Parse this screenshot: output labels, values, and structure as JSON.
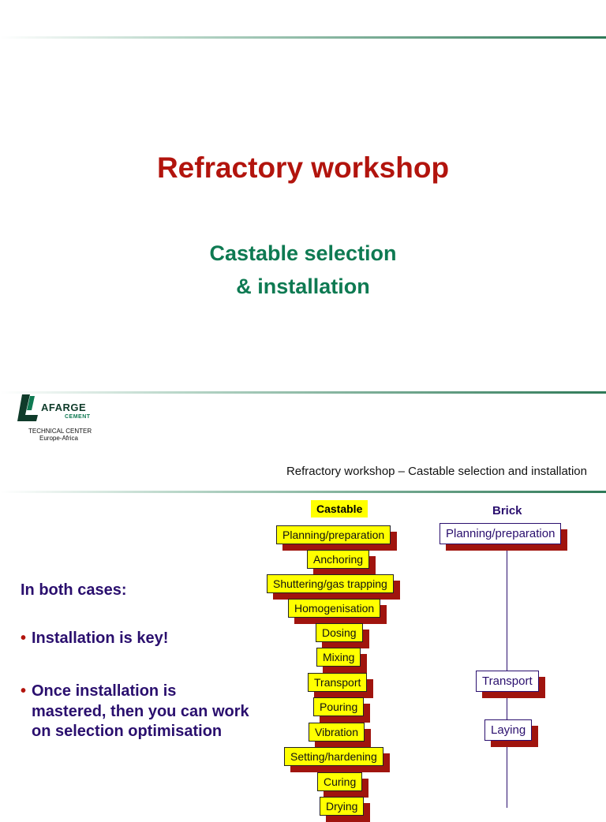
{
  "slide1": {
    "title": "Refractory workshop",
    "subtitle_line1": "Castable selection",
    "subtitle_line2": "& installation"
  },
  "logo": {
    "brand": "AFARGE",
    "sub": "CEMENT",
    "line1": "TECHNICAL CENTER",
    "line2": "Europe-Africa"
  },
  "slide2": {
    "header": "Refractory workshop – Castable selection and installation",
    "left_heading": "In both cases:",
    "bullets": [
      "Installation is key!",
      "Once installation is mastered, then you can work on selection optimisation"
    ],
    "bullet_lines": [
      [
        "Installation is key!"
      ],
      [
        "Once installation is",
        "mastered, then you can work",
        "on selection optimisation"
      ]
    ],
    "castable_label": "Castable",
    "brick_label": "Brick",
    "castable_steps": [
      "Planning/preparation",
      "Anchoring",
      "Shuttering/gas trapping",
      "Homogenisation",
      "Dosing",
      "Mixing",
      "Transport",
      "Pouring",
      "Vibration",
      "Setting/hardening",
      "Curing",
      "Drying"
    ],
    "brick_steps": [
      "Planning/preparation",
      "Transport",
      "Laying"
    ]
  },
  "colors": {
    "title_red": "#b2140d",
    "subtitle_green": "#0e7a52",
    "text_purple": "#2a0f6e",
    "step_yellow": "#ffff00",
    "shadow_red": "#a0140e"
  }
}
